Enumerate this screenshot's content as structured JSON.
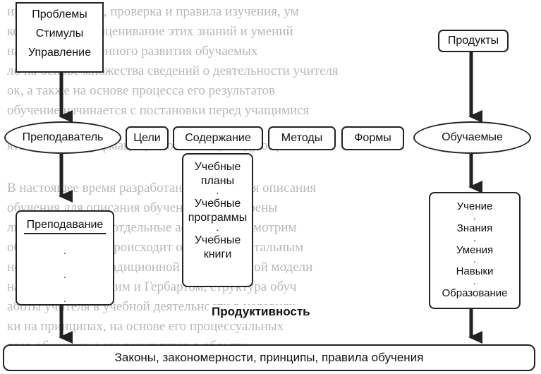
{
  "left_top": {
    "lines": [
      "Проблемы",
      "Стимулы",
      "Управление"
    ]
  },
  "right_top": {
    "label": "Продукты"
  },
  "row": {
    "teacher": "Преподаватель",
    "goals": "Цели",
    "content": "Содержание",
    "content_items": [
      "Учебные планы",
      "Учебные программы",
      "Учебные книги"
    ],
    "methods": "Методы",
    "forms": "Формы",
    "learners": "Обучаемые"
  },
  "teaching": {
    "title": "Преподавание",
    "dots": [
      "·",
      "·",
      "·"
    ]
  },
  "learning": {
    "lines": [
      "Учение",
      "Знания",
      "Умения",
      "Навыки",
      "Образование"
    ]
  },
  "productivity": "Продуктивность",
  "bottom": "Законы, закономерности, принципы, правила обучения",
  "colors": {
    "stroke": "#222222",
    "bleed": "#b9b9b9"
  }
}
